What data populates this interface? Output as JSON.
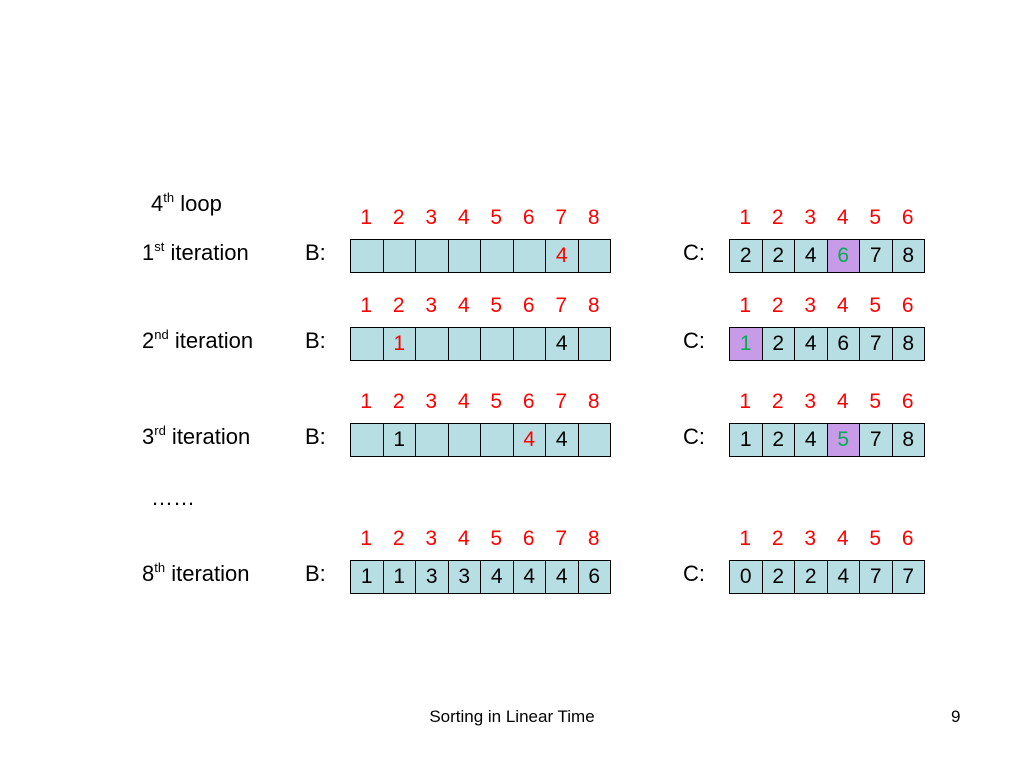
{
  "heading": {
    "base": "4",
    "sup": "th",
    "rest": " loop"
  },
  "b_letter": "B:",
  "c_letter": "C:",
  "b_indices": [
    "1",
    "2",
    "3",
    "4",
    "5",
    "6",
    "7",
    "8"
  ],
  "c_indices": [
    "1",
    "2",
    "3",
    "4",
    "5",
    "6"
  ],
  "ellipsis": "……",
  "iterations": [
    {
      "label": {
        "base": "1",
        "sup": "st",
        "rest": " iteration"
      },
      "b_cells": [
        {
          "v": "",
          "color": "#000000",
          "hl": false
        },
        {
          "v": "",
          "color": "#000000",
          "hl": false
        },
        {
          "v": "",
          "color": "#000000",
          "hl": false
        },
        {
          "v": "",
          "color": "#000000",
          "hl": false
        },
        {
          "v": "",
          "color": "#000000",
          "hl": false
        },
        {
          "v": "",
          "color": "#000000",
          "hl": false
        },
        {
          "v": "4",
          "color": "#ff0000",
          "hl": false
        },
        {
          "v": "",
          "color": "#000000",
          "hl": false
        }
      ],
      "c_cells": [
        {
          "v": "2",
          "color": "#000000",
          "hl": false
        },
        {
          "v": "2",
          "color": "#000000",
          "hl": false
        },
        {
          "v": "4",
          "color": "#000000",
          "hl": false
        },
        {
          "v": "6",
          "color": "#00b050",
          "hl": true
        },
        {
          "v": "7",
          "color": "#000000",
          "hl": false
        },
        {
          "v": "8",
          "color": "#000000",
          "hl": false
        }
      ]
    },
    {
      "label": {
        "base": "2",
        "sup": "nd",
        "rest": " iteration"
      },
      "b_cells": [
        {
          "v": "",
          "color": "#000000",
          "hl": false
        },
        {
          "v": "1",
          "color": "#ff0000",
          "hl": false
        },
        {
          "v": "",
          "color": "#000000",
          "hl": false
        },
        {
          "v": "",
          "color": "#000000",
          "hl": false
        },
        {
          "v": "",
          "color": "#000000",
          "hl": false
        },
        {
          "v": "",
          "color": "#000000",
          "hl": false
        },
        {
          "v": "4",
          "color": "#000000",
          "hl": false
        },
        {
          "v": "",
          "color": "#000000",
          "hl": false
        }
      ],
      "c_cells": [
        {
          "v": "1",
          "color": "#00b050",
          "hl": true
        },
        {
          "v": "2",
          "color": "#000000",
          "hl": false
        },
        {
          "v": "4",
          "color": "#000000",
          "hl": false
        },
        {
          "v": "6",
          "color": "#000000",
          "hl": false
        },
        {
          "v": "7",
          "color": "#000000",
          "hl": false
        },
        {
          "v": "8",
          "color": "#000000",
          "hl": false
        }
      ]
    },
    {
      "label": {
        "base": "3",
        "sup": "rd",
        "rest": " iteration"
      },
      "b_cells": [
        {
          "v": "",
          "color": "#000000",
          "hl": false
        },
        {
          "v": "1",
          "color": "#000000",
          "hl": false
        },
        {
          "v": "",
          "color": "#000000",
          "hl": false
        },
        {
          "v": "",
          "color": "#000000",
          "hl": false
        },
        {
          "v": "",
          "color": "#000000",
          "hl": false
        },
        {
          "v": "4",
          "color": "#ff0000",
          "hl": false
        },
        {
          "v": "4",
          "color": "#000000",
          "hl": false
        },
        {
          "v": "",
          "color": "#000000",
          "hl": false
        }
      ],
      "c_cells": [
        {
          "v": "1",
          "color": "#000000",
          "hl": false
        },
        {
          "v": "2",
          "color": "#000000",
          "hl": false
        },
        {
          "v": "4",
          "color": "#000000",
          "hl": false
        },
        {
          "v": "5",
          "color": "#00b050",
          "hl": true
        },
        {
          "v": "7",
          "color": "#000000",
          "hl": false
        },
        {
          "v": "8",
          "color": "#000000",
          "hl": false
        }
      ]
    },
    {
      "label": {
        "base": "8",
        "sup": "th",
        "rest": " iteration"
      },
      "b_cells": [
        {
          "v": "1",
          "color": "#000000",
          "hl": false
        },
        {
          "v": "1",
          "color": "#000000",
          "hl": false
        },
        {
          "v": "3",
          "color": "#000000",
          "hl": false
        },
        {
          "v": "3",
          "color": "#000000",
          "hl": false
        },
        {
          "v": "4",
          "color": "#000000",
          "hl": false
        },
        {
          "v": "4",
          "color": "#000000",
          "hl": false
        },
        {
          "v": "4",
          "color": "#000000",
          "hl": false
        },
        {
          "v": "6",
          "color": "#000000",
          "hl": false
        }
      ],
      "c_cells": [
        {
          "v": "0",
          "color": "#000000",
          "hl": false
        },
        {
          "v": "2",
          "color": "#000000",
          "hl": false
        },
        {
          "v": "2",
          "color": "#000000",
          "hl": false
        },
        {
          "v": "4",
          "color": "#000000",
          "hl": false
        },
        {
          "v": "7",
          "color": "#000000",
          "hl": false
        },
        {
          "v": "7",
          "color": "#000000",
          "hl": false
        }
      ]
    }
  ],
  "footer": "Sorting in Linear Time",
  "page_number": "9"
}
